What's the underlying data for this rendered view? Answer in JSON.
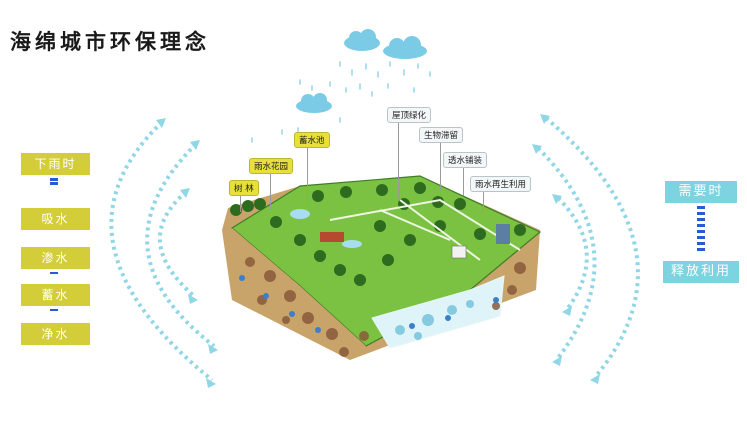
{
  "title": "海绵城市环保理念",
  "left_panel": {
    "header": "下雨时",
    "steps": [
      "吸水",
      "渗水",
      "蓄水",
      "净水"
    ]
  },
  "right_panel": {
    "header": "需要时",
    "footer": "释放利用"
  },
  "labels": {
    "forest": "树 林",
    "rain_garden": "雨水花园",
    "storage_pond": "蓄水池",
    "green_roof": "屋顶绿化",
    "bio_retention": "生物滞留",
    "permeable_paving": "透水铺装",
    "rainwater_reuse": "雨水再生利用"
  },
  "colors": {
    "yellow": "#d4cd3a",
    "cyan": "#7dd3e0",
    "arrow": "#8fd6e6",
    "dash_blue": "#2a5bd7",
    "grass": "#7cc242",
    "soil": "#c9a46a"
  }
}
